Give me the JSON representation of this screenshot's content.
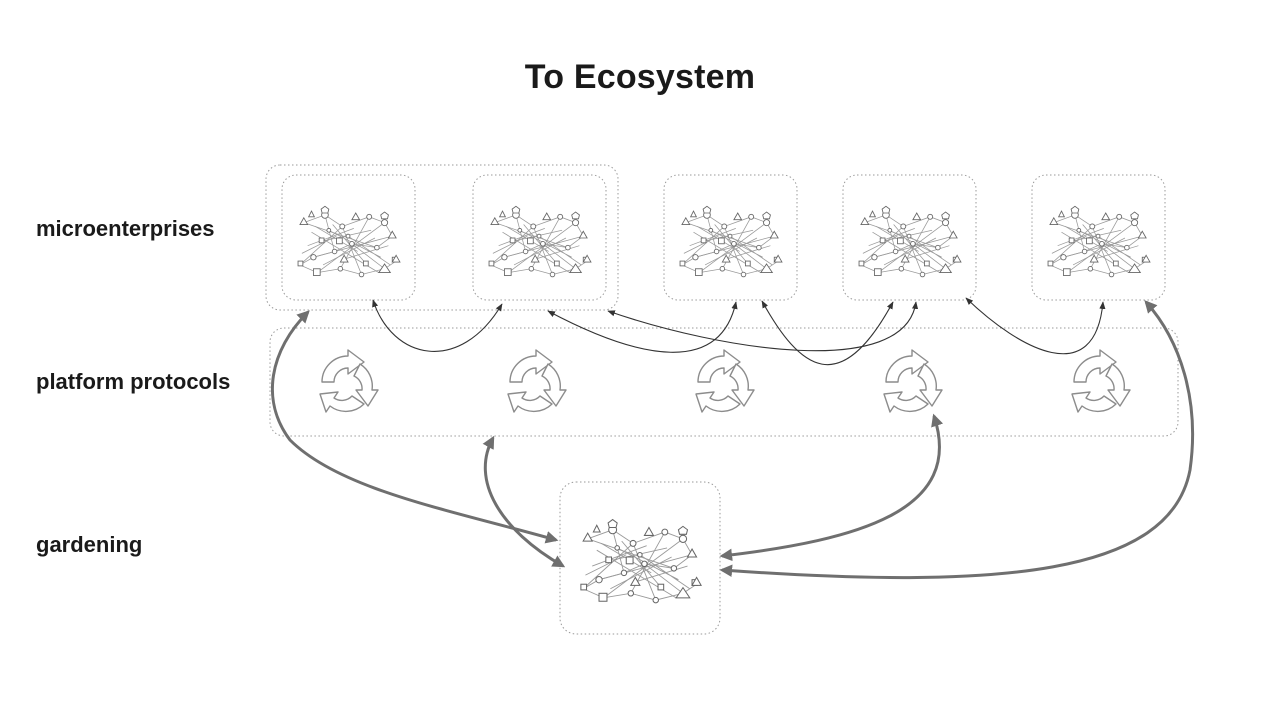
{
  "title": "To Ecosystem",
  "rows": [
    {
      "id": "microenterprises",
      "label": "microenterprises"
    },
    {
      "id": "platform-protocols",
      "label": "platform protocols"
    },
    {
      "id": "gardening",
      "label": "gardening"
    }
  ],
  "icons": {
    "network": "network-graph-icon",
    "cycle": "recycle-arrows-icon"
  },
  "colors": {
    "box_border": "#9a9a9a",
    "thin_arrow": "#333333",
    "thick_arrow": "#6f6f6f",
    "icon": "#8c8c8c"
  }
}
